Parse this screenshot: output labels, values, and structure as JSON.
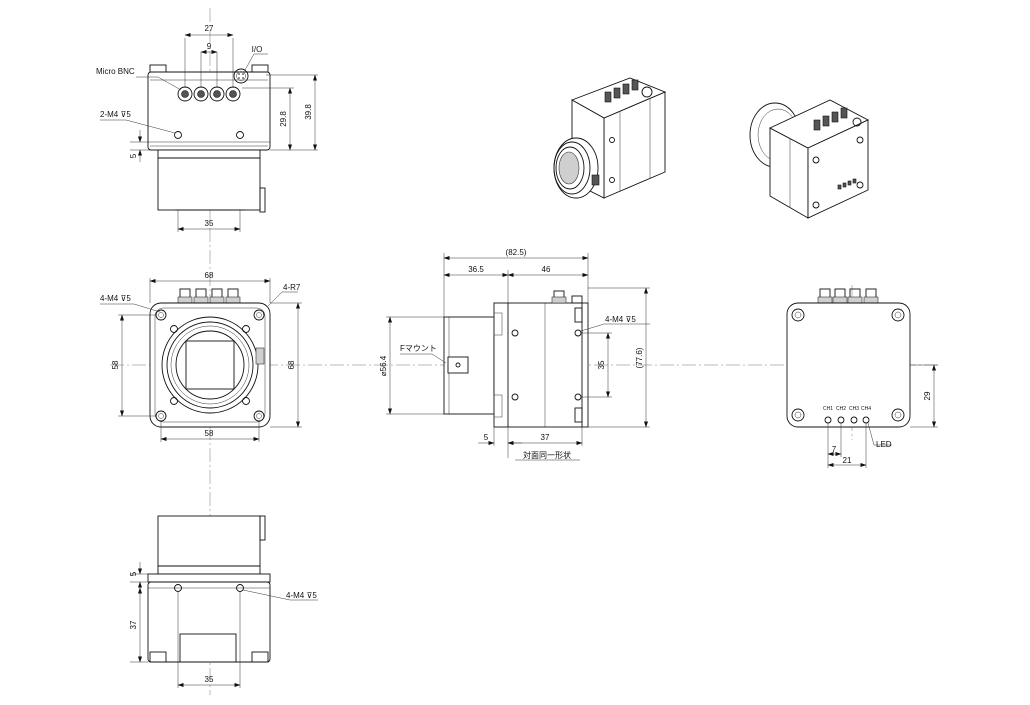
{
  "labels": {
    "top_27": "27",
    "top_9": "9",
    "io": "I/O",
    "micro_bnc": "Micro BNC",
    "top_m4": "2-M4",
    "top_m4_depth": "5",
    "top_298": "29.8",
    "top_398": "39.8",
    "top_5": "5",
    "top_35": "35",
    "front_68": "68",
    "front_r7": "4-R7",
    "front_m4": "4-M4",
    "front_m4_depth": "5",
    "front_58_left": "58",
    "front_68_right": "68",
    "front_58_bottom": "58",
    "side_825": "(82.5)",
    "side_365": "36.5",
    "side_46": "46",
    "side_f_mount": "Fマウント",
    "side_dia": "56.4",
    "side_m4": "4-M4",
    "side_m4_depth": "5",
    "side_35": "35",
    "side_776": "(77.6)",
    "side_5": "5",
    "side_37": "37",
    "side_note": "対面同一形状",
    "back_ch1": "CH1",
    "back_ch2": "CH2",
    "back_ch3": "CH3",
    "back_ch4": "CH4",
    "back_led": "LED",
    "back_7": "7",
    "back_21": "21",
    "back_29": "29",
    "bottom_5": "5",
    "bottom_37": "37",
    "bottom_m4": "4-M4",
    "bottom_m4_depth": "5",
    "bottom_35": "35"
  },
  "symbols": {
    "depth": "depth-symbol",
    "diameter": "diameter-symbol"
  }
}
